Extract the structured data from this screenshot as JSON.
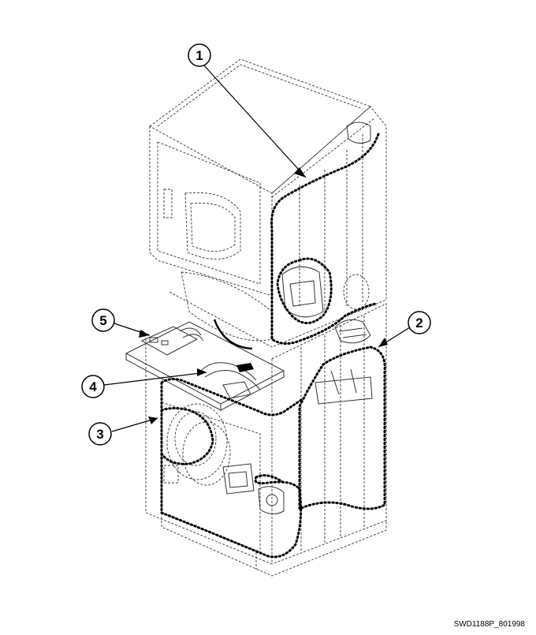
{
  "callouts": [
    {
      "label": "1"
    },
    {
      "label": "2"
    },
    {
      "label": "3"
    },
    {
      "label": "4"
    },
    {
      "label": "5"
    }
  ],
  "figure_code": "SWD1188P_801998",
  "colors": {
    "ink": "#000000",
    "background": "#ffffff"
  }
}
